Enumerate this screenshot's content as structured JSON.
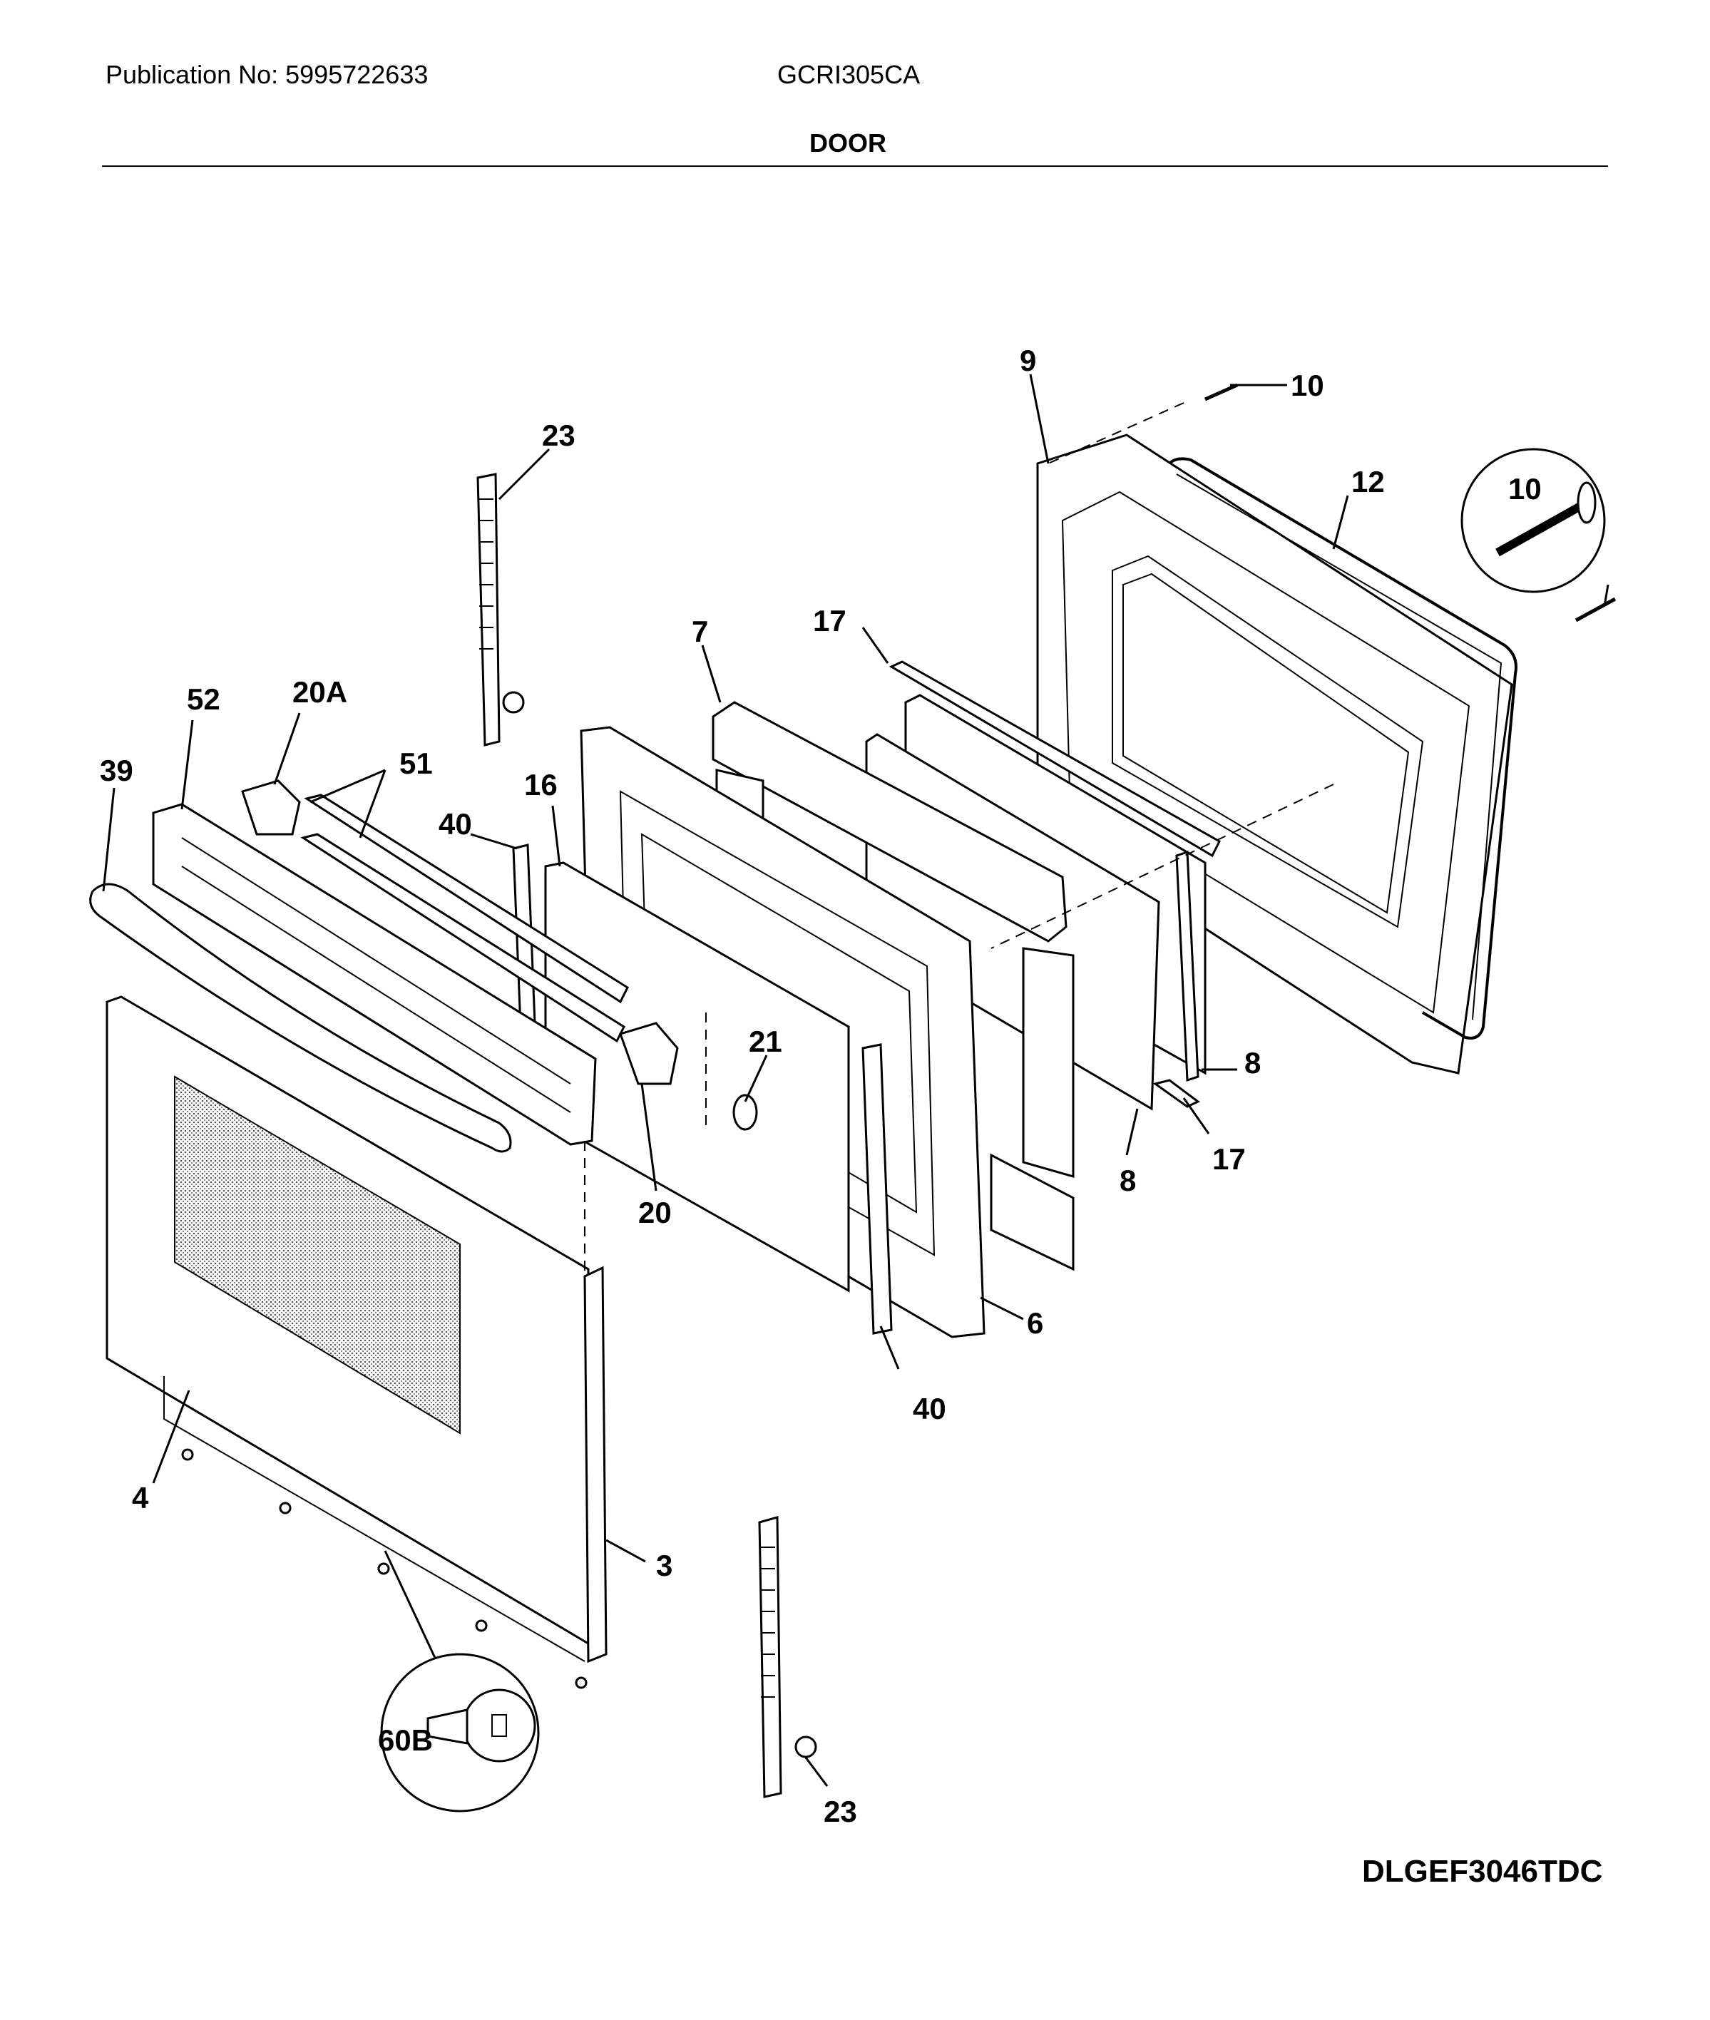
{
  "header": {
    "publication": "Publication No: 5995722633",
    "model": "GCRI305CA",
    "section": "DOOR"
  },
  "diagram_code": "DLGEF3046TDC",
  "callouts": {
    "c3": "3",
    "c4": "4",
    "c6": "6",
    "c7": "7",
    "c8a": "8",
    "c8b": "8",
    "c9": "9",
    "c10": "10",
    "c10detail": "10",
    "c12": "12",
    "c16": "16",
    "c17a": "17",
    "c17b": "17",
    "c20": "20",
    "c20a": "20A",
    "c21": "21",
    "c23a": "23",
    "c23b": "23",
    "c39": "39",
    "c40a": "40",
    "c40b": "40",
    "c51": "51",
    "c52": "52",
    "c60b": "60B"
  }
}
